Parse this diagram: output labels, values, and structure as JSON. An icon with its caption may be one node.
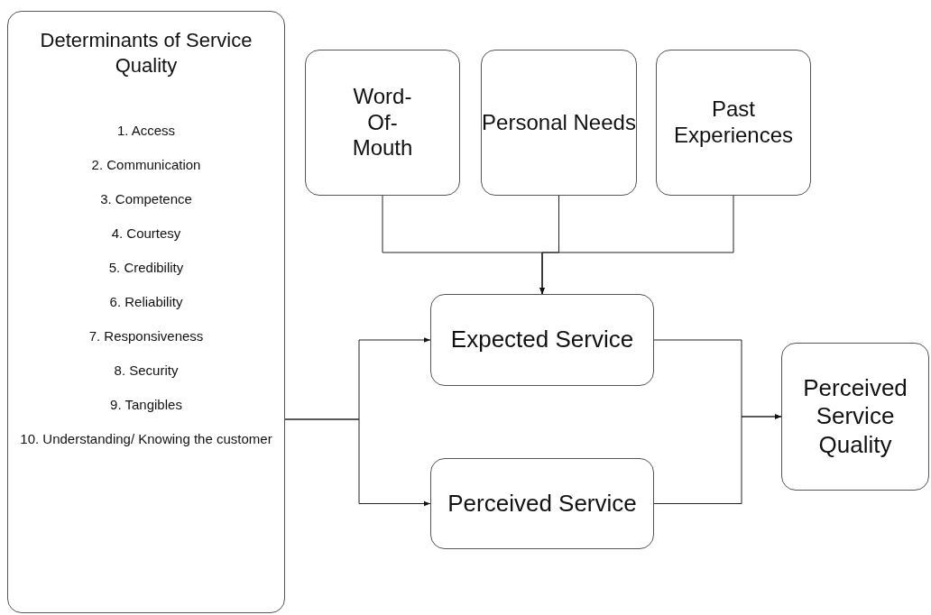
{
  "diagram": {
    "nodes": [
      {
        "text": [
          "Determinants of Service Quality",
          "1. Access",
          "2. Communication",
          "3. Competence",
          "4. Courtesy",
          "5. Credibility",
          "6. Reliability",
          "7. Responsiveness",
          "8. Security",
          "9. Tangibles",
          "10. Understanding/ Knowing the customer"
        ]
      },
      {
        "text": [
          "Word-Of-Mouth"
        ]
      },
      {
        "text": [
          "Personal Needs"
        ]
      },
      {
        "text": [
          "Past Experiences"
        ]
      },
      {
        "text": [
          "Expected Service"
        ]
      },
      {
        "text": [
          "Perceived Service"
        ]
      },
      {
        "text": [
          "Perceived Service Quality"
        ]
      }
    ],
    "edges": [
      {
        "from": 1,
        "to": 4,
        "arrow": "to"
      },
      {
        "from": 2,
        "to": 4,
        "arrow": "to"
      },
      {
        "from": 3,
        "to": 4,
        "arrow": "to"
      },
      {
        "from": 0,
        "to": 4,
        "arrow": "to"
      },
      {
        "from": 0,
        "to": 5,
        "arrow": "to"
      },
      {
        "from": 4,
        "to": 6,
        "arrow": "to"
      },
      {
        "from": 5,
        "to": 6,
        "arrow": "to"
      }
    ]
  }
}
